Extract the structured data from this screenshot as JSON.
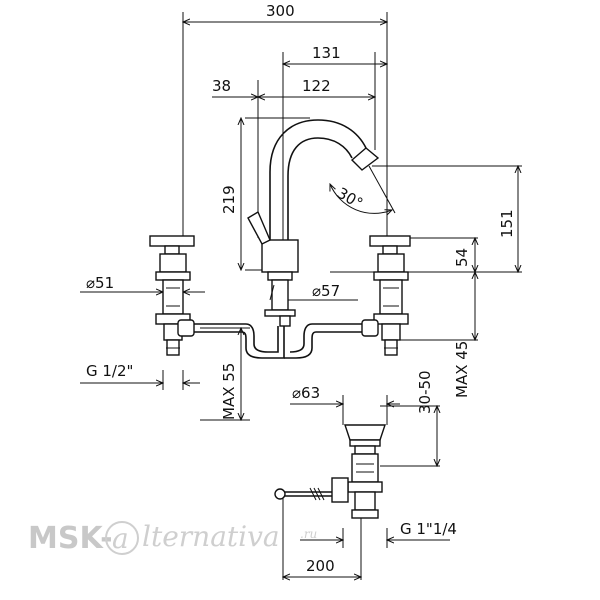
{
  "dimensions": {
    "d300": "300",
    "d131": "131",
    "d38": "38",
    "d122": "122",
    "d219": "219",
    "d30deg": "30°",
    "d151": "151",
    "d54": "54",
    "d51": "⌀51",
    "d57": "⌀57",
    "d55": "MAX 55",
    "d45": "MAX 45",
    "g12": "G 1/2\"",
    "d63": "⌀63",
    "d3050": "30-50",
    "g114": "G 1\"1/4",
    "d200": "200"
  },
  "watermark": {
    "prefix": "MSK-",
    "at": "a",
    "suffix": "lternativa",
    "tld": ".ru"
  }
}
